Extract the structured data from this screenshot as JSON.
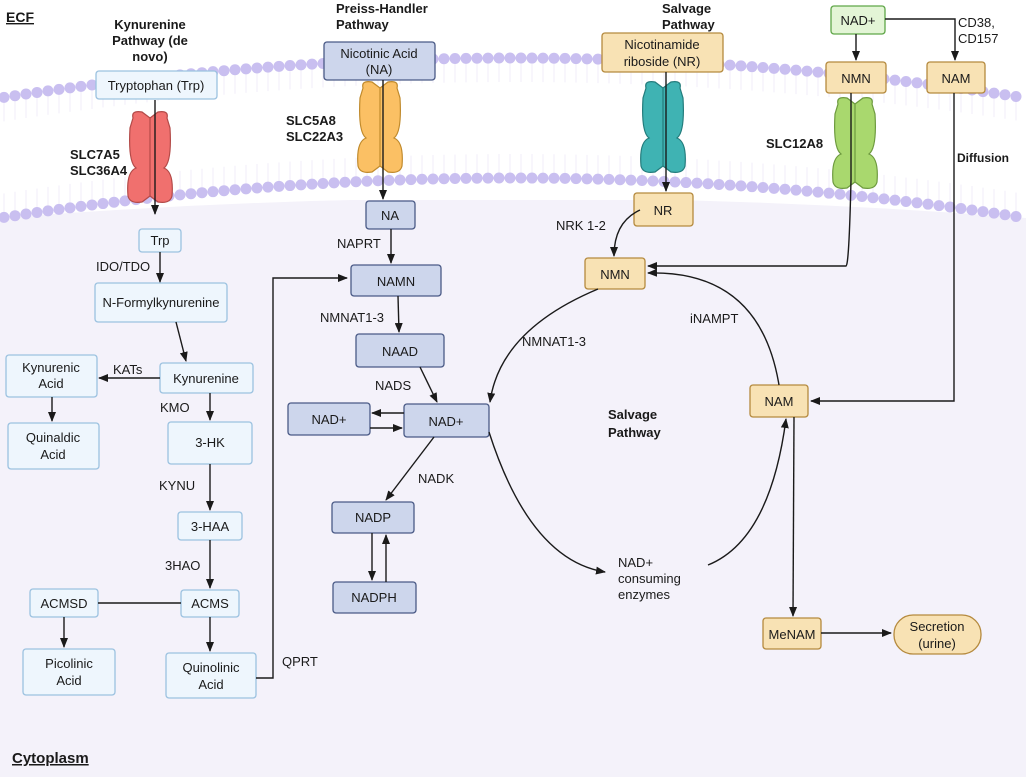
{
  "regions": {
    "ecf": "ECF",
    "cytoplasm": "Cytoplasm"
  },
  "pathways": {
    "kynurenine": [
      "Kynurenine",
      "Pathway (de",
      "novo)"
    ],
    "preiss": [
      "Preiss-Handler",
      "Pathway"
    ],
    "salvage_top": [
      "Salvage",
      "Pathway"
    ],
    "salvage_center": [
      "Salvage",
      "Pathway"
    ]
  },
  "transporters": {
    "slc7a5": [
      "SLC7A5",
      "SLC36A4"
    ],
    "slc5a8": [
      "SLC5A8",
      "SLC22A3"
    ],
    "slc12a8": "SLC12A8",
    "diffusion": "Diffusion"
  },
  "extracellular": {
    "trp": "Tryptophan (Trp)",
    "na": [
      "Nicotinic Acid",
      "(NA)"
    ],
    "nr": [
      "Nicotinamide",
      "riboside (NR)"
    ],
    "nad": "NAD+",
    "nmn": "NMN",
    "nam": "NAM",
    "cd38": [
      "CD38,",
      "CD157"
    ]
  },
  "kynurenine_nodes": {
    "trp": "Trp",
    "nfk": "N-Formylkynurenine",
    "kyn": "Kynurenine",
    "kyna": [
      "Kynurenic",
      "Acid"
    ],
    "quinaldic": [
      "Quinaldic",
      "Acid"
    ],
    "hk": "3-HK",
    "haa": "3-HAA",
    "acms": "ACMS",
    "acmsd": "ACMSD",
    "picolinic": [
      "Picolinic",
      "Acid"
    ],
    "quinolinic": [
      "Quinolinic",
      "Acid"
    ]
  },
  "kynurenine_enzymes": {
    "ido": "IDO/TDO",
    "kats": "KATs",
    "kmo": "KMO",
    "kynu": "KYNU",
    "haao": "3HAO",
    "qprt": "QPRT"
  },
  "preiss_nodes": {
    "na": "NA",
    "namn": "NAMN",
    "naad": "NAAD",
    "nad_main": "NAD+",
    "nad_side": "NAD+",
    "nadp": "NADP",
    "nadph": "NADPH"
  },
  "preiss_enzymes": {
    "naprt": "NAPRT",
    "nmnat_left": "NMNAT1-3",
    "nads": "NADS",
    "nadk": "NADK"
  },
  "salvage_nodes": {
    "nr": "NR",
    "nmn": "NMN",
    "nam": "NAM",
    "menam": "MeNAM",
    "secretion": [
      "Secretion",
      "(urine)"
    ],
    "consuming": [
      "NAD+",
      "consuming",
      "enzymes"
    ]
  },
  "salvage_enzymes": {
    "nrk": "NRK 1-2",
    "nmnat_right": "NMNAT1-3",
    "inampt": "iNAMPT"
  },
  "colors": {
    "membrane": "#c9bff0",
    "membrane_inner": "#f1eef9",
    "transporter_red": "#f0706e",
    "transporter_orange": "#fbc064",
    "transporter_teal": "#3fb3b3",
    "transporter_green": "#a9d86e",
    "box_light_blue": "#eef6fd",
    "box_dark_blue": "#cdd6ec",
    "box_yellow": "#f8e2b4",
    "box_green": "#e3f5d6"
  }
}
